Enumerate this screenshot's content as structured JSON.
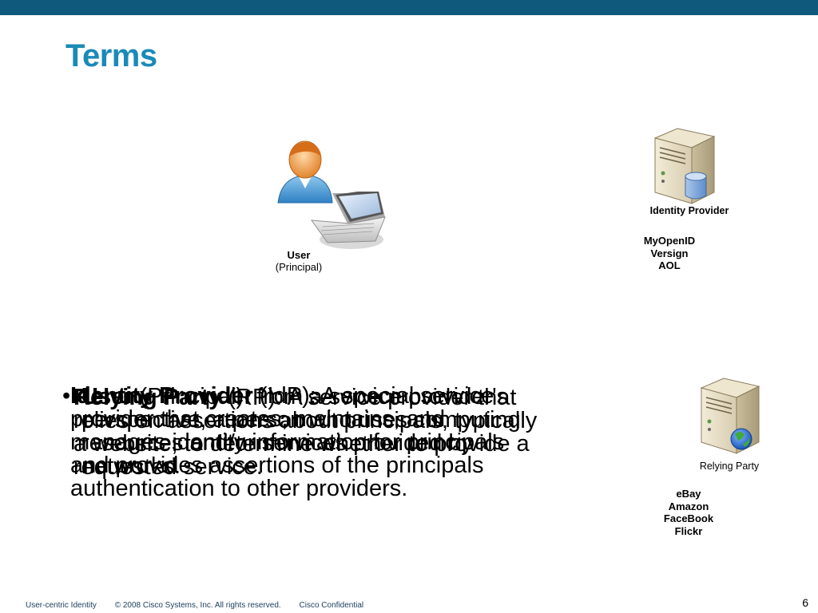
{
  "title": "Terms",
  "user": {
    "label": "User",
    "sublabel": "(Principal)"
  },
  "identity_provider": {
    "label": "Identity Provider",
    "examples": [
      "MyOpenID",
      "Versign",
      "AOL"
    ]
  },
  "relying_party": {
    "label": "Relying Party",
    "examples": [
      "eBay",
      "Amazon",
      "FaceBook",
      "Flickr"
    ]
  },
  "overlay_text": {
    "bullet": "•",
    "idp_term": "Identity Provider",
    "idp_text": " (IdP): A special service provider that creates, maintains, and manages identity information for principals and provides assertions of the principals authentication to other providers.",
    "rp_term": "Relying Party",
    "rp_text": " (RP): A service provider that relies on assertions about principals, typically a website, to determine whether to provide a requested service.",
    "user_term": "User",
    "user_text": " (Principal): from a service provider's perspective, a person who uses computing resources and/or services provided by networks."
  },
  "footer": {
    "left": "User-centric Identity",
    "copyright": "© 2008 Cisco Systems, Inc. All rights reserved.",
    "confidential": "Cisco Confidential",
    "page": "6"
  },
  "colors": {
    "top_bar": "#0f5a7c",
    "title": "#1a8ab8",
    "footer_text": "#1b3c5a"
  }
}
